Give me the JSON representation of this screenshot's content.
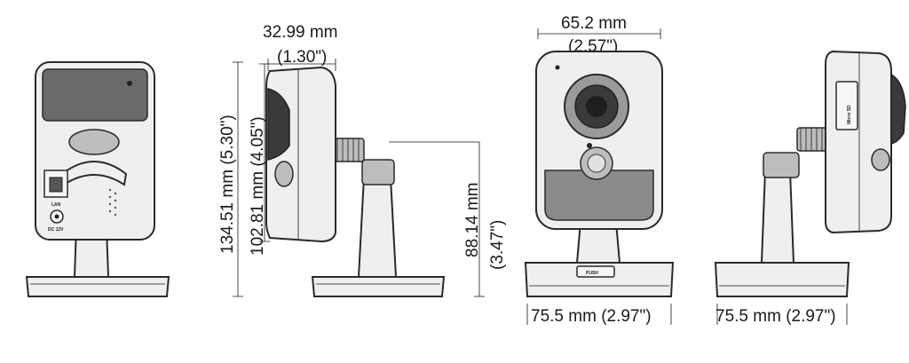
{
  "dimensions": {
    "side_depth_mm": "32.99 mm",
    "side_depth_in": "(1.30\")",
    "total_height": "134.51 mm (5.30\")",
    "body_height": "102.81 mm (4.05\")",
    "stand_height_mm": "88.14 mm",
    "stand_height_in": "(3.47\")",
    "front_width_mm": "65.2 mm",
    "front_width_in": "(2.57\")",
    "base_width_front": "75.5 mm (2.97\")",
    "base_width_side": "75.5 mm (2.97\")"
  },
  "labels": {
    "lan": "LAN",
    "dc": "DC 12V",
    "push": "PUSH",
    "sd": "Micro SD"
  }
}
